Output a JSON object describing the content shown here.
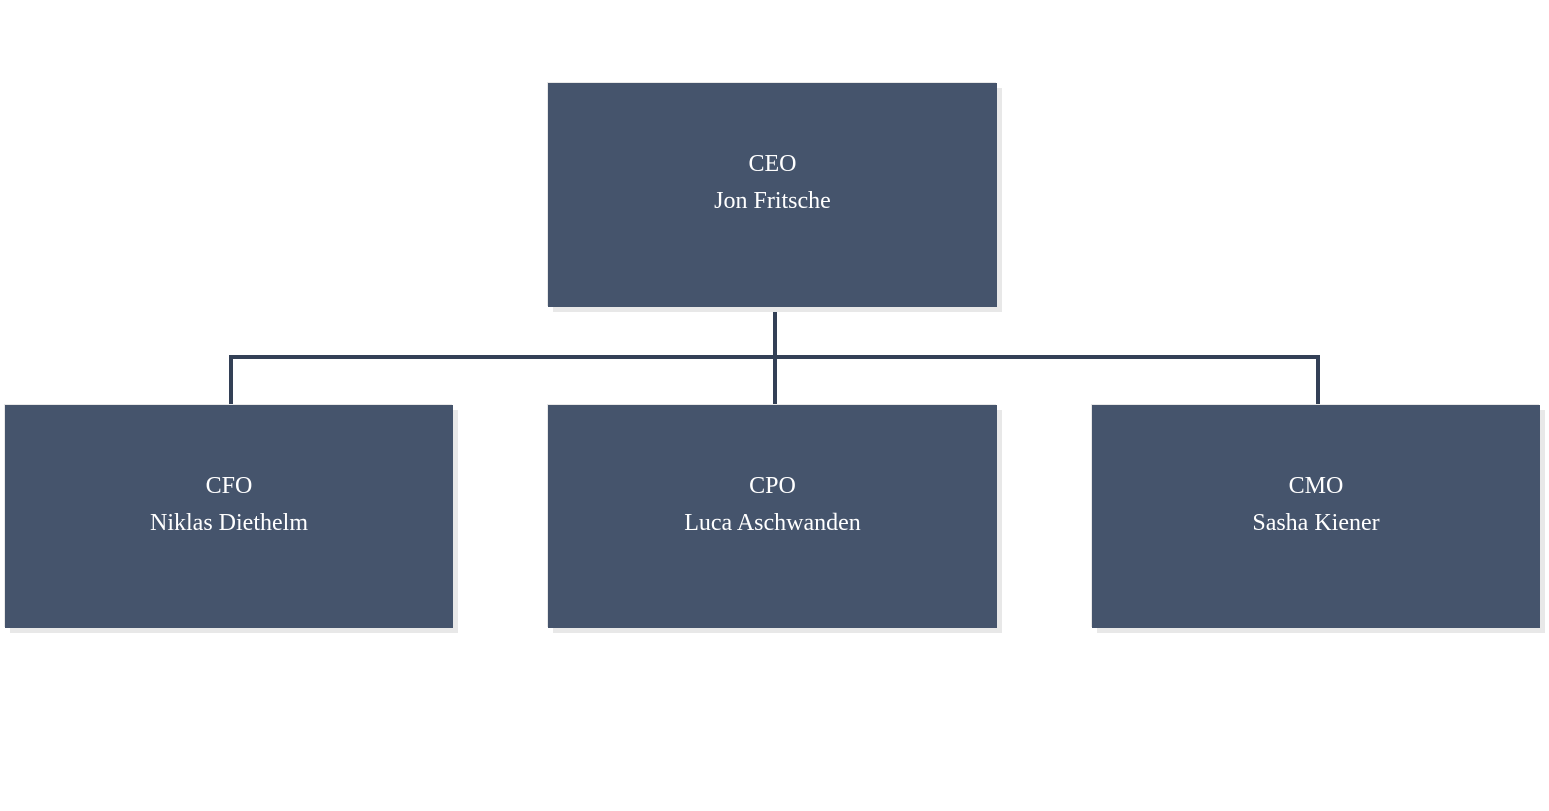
{
  "chart": {
    "type": "org-chart",
    "background_color": "#ffffff",
    "node_fill_color": "#45546C",
    "node_shadow_color": "#e8e8e8",
    "node_text_color": "#ffffff",
    "connector_color": "#334056"
  },
  "nodes": {
    "ceo": {
      "title": "CEO",
      "name": "Jon Fritsche"
    },
    "cfo": {
      "title": "CFO",
      "name": "Niklas Diethelm"
    },
    "cpo": {
      "title": "CPO",
      "name": "Luca Aschwanden"
    },
    "cmo": {
      "title": "CMO",
      "name": "Sasha Kiener"
    }
  },
  "hierarchy": {
    "root": "ceo",
    "children": [
      "cfo",
      "cpo",
      "cmo"
    ]
  }
}
